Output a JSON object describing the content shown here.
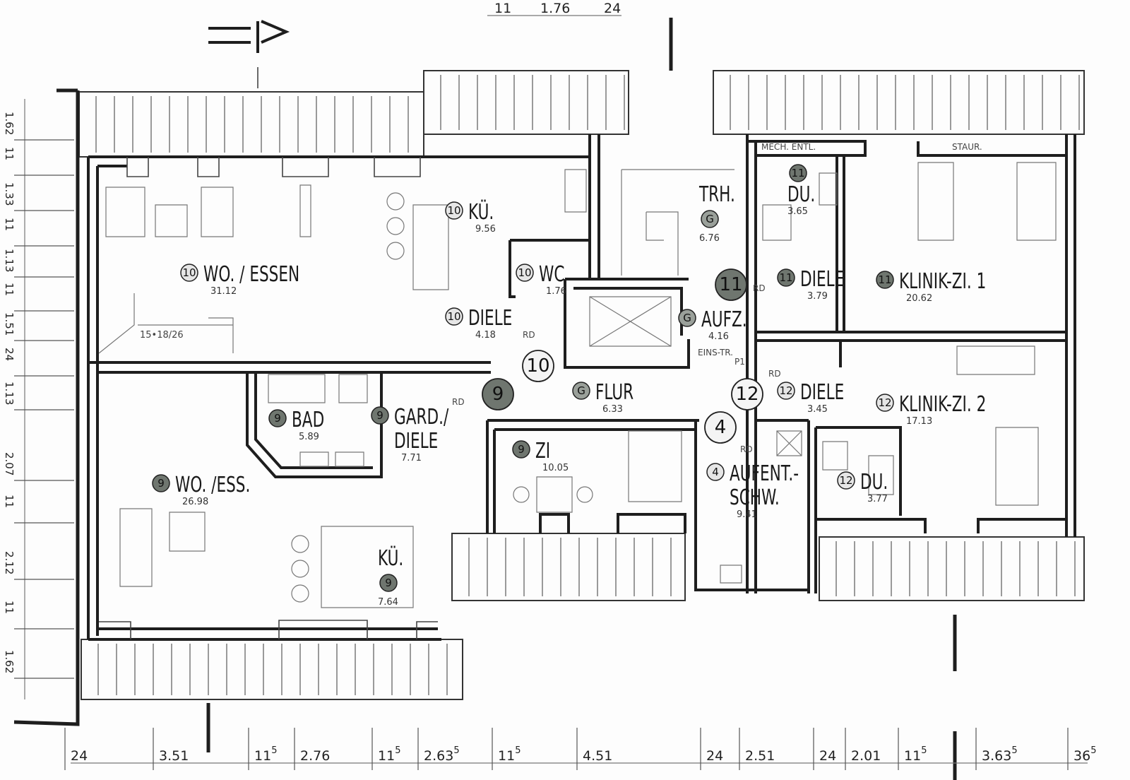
{
  "colors": {
    "line": "#1e1e1e",
    "badge_dark": "#6f766f",
    "badge_mid": "#9aa09a",
    "badge_light": "#e6e6e6",
    "paper": "#fdfdfd"
  },
  "rooms": [
    {
      "name": "WO. / ESSEN",
      "unit": "10",
      "area": "31.12",
      "badge": "light"
    },
    {
      "name": "KÜ.",
      "unit": "10",
      "area": "9.56",
      "badge": "light"
    },
    {
      "name": "WC",
      "unit": "10",
      "area": "1.76",
      "badge": "light"
    },
    {
      "name": "DIELE",
      "unit": "10",
      "area": "4.18",
      "badge": "light"
    },
    {
      "name": "TRH.",
      "unit": "G",
      "area": "6.76",
      "badge": "mid"
    },
    {
      "name": "AUFZ.",
      "unit": "G",
      "area": "4.16",
      "badge": "mid"
    },
    {
      "name": "DU.",
      "unit": "11",
      "area": "3.65",
      "badge": "dark"
    },
    {
      "name": "DIELE",
      "unit": "11",
      "area": "3.79",
      "badge": "dark"
    },
    {
      "name": "KLINIK-ZI. 1",
      "unit": "11",
      "area": "20.62",
      "badge": "dark"
    },
    {
      "name": "FLUR",
      "unit": "G",
      "area": "6.33",
      "badge": "mid"
    },
    {
      "name": "BAD",
      "unit": "9",
      "area": "5.89",
      "badge": "dark"
    },
    {
      "name": "GARD./ DIELE",
      "unit": "9",
      "area": "7.71",
      "badge": "dark"
    },
    {
      "name": "ZI",
      "unit": "9",
      "area": "10.05",
      "badge": "dark"
    },
    {
      "name": "WO. /ESS.",
      "unit": "9",
      "area": "26.98",
      "badge": "dark"
    },
    {
      "name": "KÜ.",
      "unit": "9",
      "area": "7.64",
      "badge": "dark"
    },
    {
      "name": "DIELE",
      "unit": "12",
      "area": "3.45",
      "badge": "light"
    },
    {
      "name": "KLINIK-ZI. 2",
      "unit": "12",
      "area": "17.13",
      "badge": "light"
    },
    {
      "name": "AUFENT.- SCHW.",
      "unit": "4",
      "area": "9.41",
      "badge": "light"
    },
    {
      "name": "DU.",
      "unit": "12",
      "area": "3.77",
      "badge": "light"
    }
  ],
  "unit_doors": [
    {
      "unit": "10",
      "style": "light"
    },
    {
      "unit": "9",
      "style": "dark"
    },
    {
      "unit": "11",
      "style": "dark"
    },
    {
      "unit": "12",
      "style": "light"
    },
    {
      "unit": "4",
      "style": "light"
    }
  ],
  "annotations": {
    "mech_entl": "MECH. ENTL.",
    "staur": "STAUR.",
    "stair_spec": "15•18/26",
    "elevator_door": "EINS-TR.",
    "elevator_door_sub": "P1",
    "rd": "RD"
  },
  "dimensions": {
    "top": [
      "11",
      "1.76",
      "24"
    ],
    "bottom": [
      {
        "v": "24",
        "s": ""
      },
      {
        "v": "3.51",
        "s": ""
      },
      {
        "v": "11",
        "s": "5"
      },
      {
        "v": "2.76",
        "s": ""
      },
      {
        "v": "11",
        "s": "5"
      },
      {
        "v": "2.63",
        "s": "5"
      },
      {
        "v": "11",
        "s": "5"
      },
      {
        "v": "4.51",
        "s": ""
      },
      {
        "v": "24",
        "s": ""
      },
      {
        "v": "2.51",
        "s": ""
      },
      {
        "v": "24",
        "s": ""
      },
      {
        "v": "2.01",
        "s": ""
      },
      {
        "v": "11",
        "s": "5"
      },
      {
        "v": "3.63",
        "s": "5"
      },
      {
        "v": "36",
        "s": "5"
      }
    ],
    "left": [
      "1.62",
      "11",
      "1.33",
      "11",
      "1.13",
      "11",
      "1.51",
      "24",
      "1.13",
      "2.07",
      "11",
      "2.12",
      "11",
      "1.62"
    ]
  }
}
